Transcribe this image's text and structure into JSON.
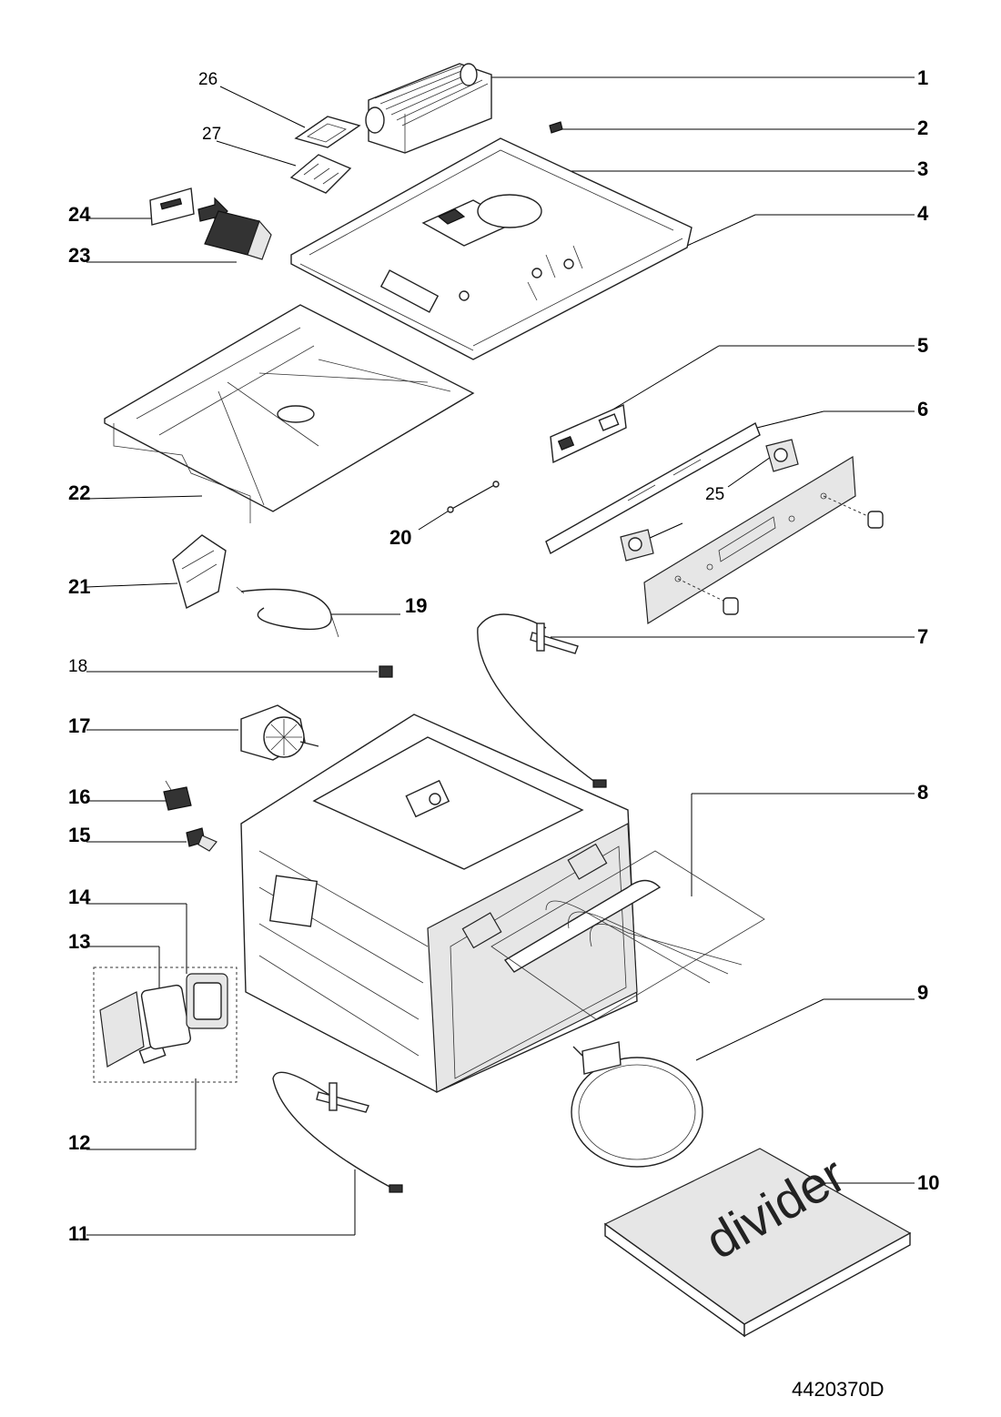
{
  "diagram": {
    "labels": [
      {
        "id": "1",
        "text": "1",
        "bold": true
      },
      {
        "id": "2",
        "text": "2",
        "bold": true
      },
      {
        "id": "3",
        "text": "3",
        "bold": true
      },
      {
        "id": "4",
        "text": "4",
        "bold": true
      },
      {
        "id": "5",
        "text": "5",
        "bold": true
      },
      {
        "id": "6",
        "text": "6",
        "bold": true
      },
      {
        "id": "7",
        "text": "7",
        "bold": true
      },
      {
        "id": "8",
        "text": "8",
        "bold": true
      },
      {
        "id": "9",
        "text": "9",
        "bold": true
      },
      {
        "id": "10",
        "text": "10",
        "bold": true
      },
      {
        "id": "11",
        "text": "11",
        "bold": true
      },
      {
        "id": "12",
        "text": "12",
        "bold": true
      },
      {
        "id": "13",
        "text": "13",
        "bold": true
      },
      {
        "id": "14",
        "text": "14",
        "bold": true
      },
      {
        "id": "15",
        "text": "15",
        "bold": true
      },
      {
        "id": "16",
        "text": "16",
        "bold": true
      },
      {
        "id": "17",
        "text": "17",
        "bold": true
      },
      {
        "id": "18",
        "text": "18",
        "bold": false
      },
      {
        "id": "19",
        "text": "19",
        "bold": true
      },
      {
        "id": "20",
        "text": "20",
        "bold": true
      },
      {
        "id": "21",
        "text": "21",
        "bold": true
      },
      {
        "id": "22",
        "text": "22",
        "bold": true
      },
      {
        "id": "23",
        "text": "23",
        "bold": true
      },
      {
        "id": "24",
        "text": "24",
        "bold": true
      },
      {
        "id": "25",
        "text": "25",
        "bold": false
      },
      {
        "id": "26",
        "text": "26",
        "bold": false
      },
      {
        "id": "27",
        "text": "27",
        "bold": false
      }
    ],
    "divider_text": "divider",
    "drawing_code": "4420370D"
  }
}
